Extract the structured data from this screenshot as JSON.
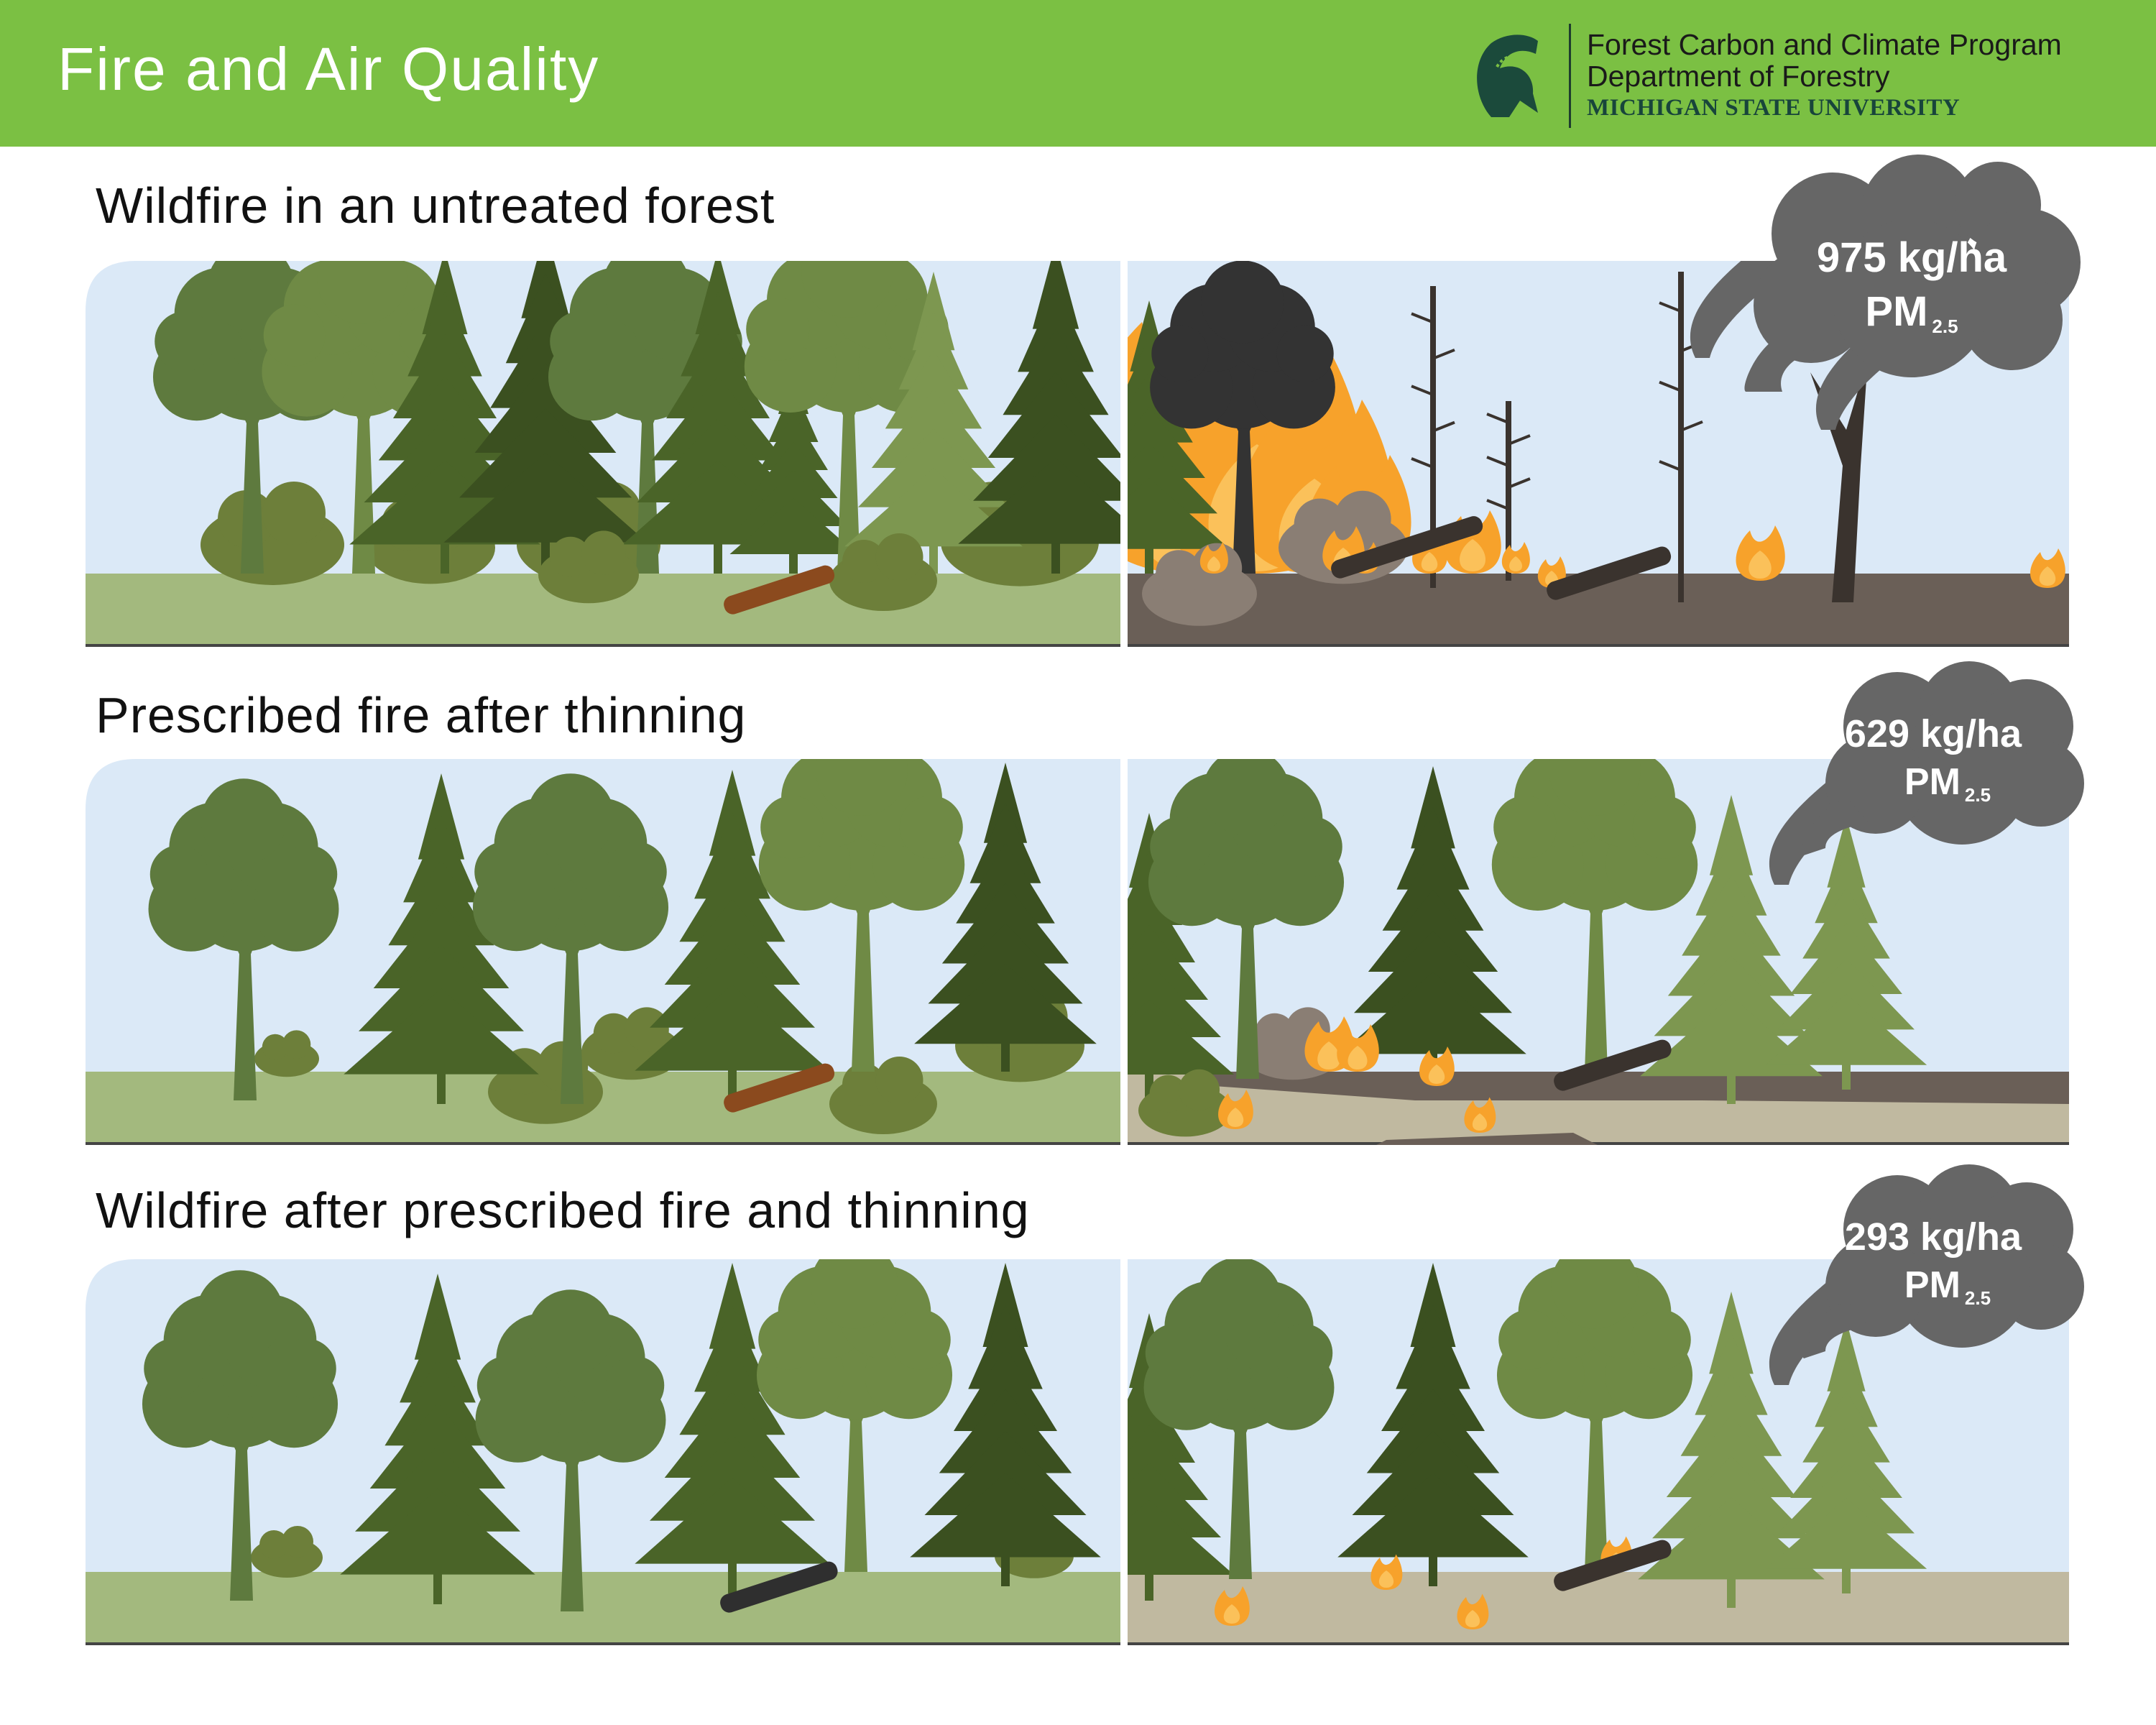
{
  "header": {
    "title": "Fire and Air Quality",
    "org_line1": "Forest Carbon and Climate Program",
    "org_line2": "Department of Forestry",
    "org_line3": "MICHIGAN STATE UNIVERSITY",
    "logo_icon": "spartan-helmet-icon"
  },
  "sections": [
    {
      "title": "Wildfire in an untreated forest",
      "emission": "975 kg/ha",
      "pollutant": "PM",
      "pollutant_sub": "2.5"
    },
    {
      "title": "Prescribed fire after thinning",
      "emission": "629 kg/ha",
      "pollutant": "PM",
      "pollutant_sub": "2.5"
    },
    {
      "title": "Wildfire after prescribed fire and thinning",
      "emission": "293 kg/ha",
      "pollutant": "PM",
      "pollutant_sub": "2.5"
    }
  ],
  "colors": {
    "header_green": "#7bc043",
    "sky": "#dbe9f7",
    "grass": "#a3b97e",
    "burnt_ground": "#6a5f57",
    "bare_ground": "#c0b9a0",
    "smoke": "#666666",
    "flame": "#f7a22b"
  }
}
